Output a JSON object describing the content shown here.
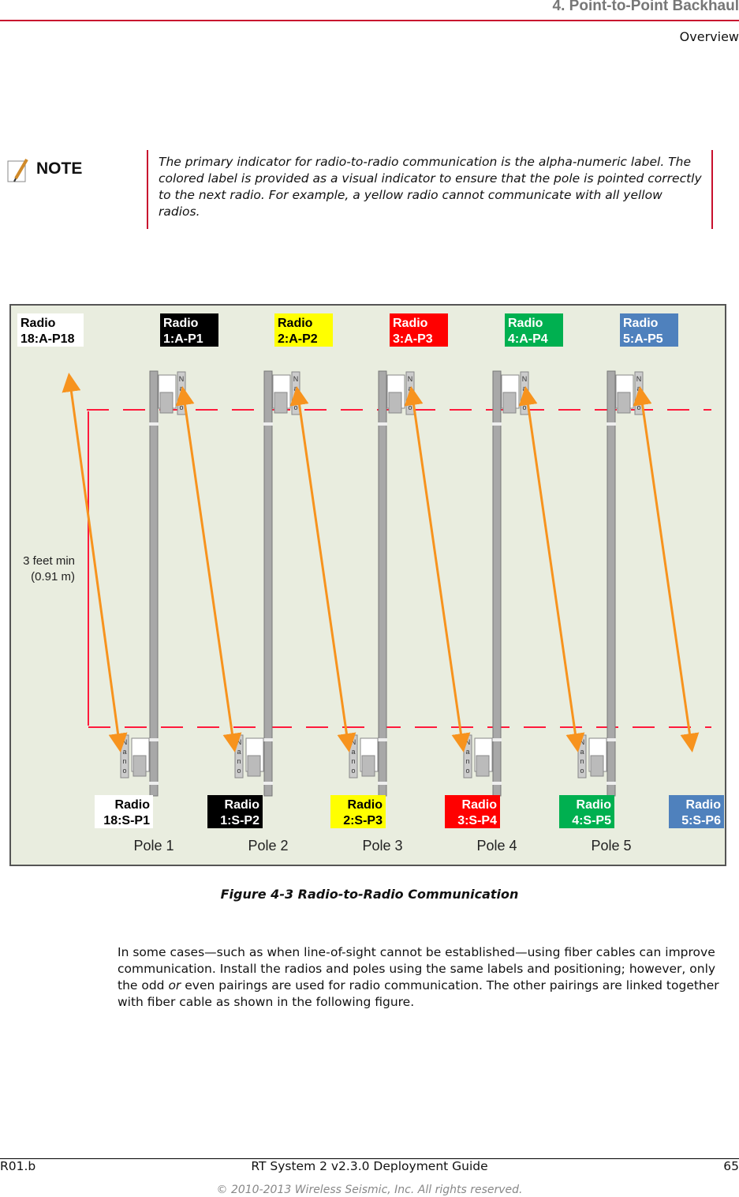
{
  "header": {
    "chapter": "4. Point-to-Point Backhaul",
    "section": "Overview"
  },
  "note": {
    "label": "NOTE",
    "icon": "note-pencil-icon",
    "text": "The primary indicator for radio-to-radio communication is the alpha-numeric label. The colored label is provided as a visual indicator to ensure that the pole is pointed correctly to the next radio. For example, a yellow radio cannot communicate with all yellow radios."
  },
  "figure": {
    "top_labels": [
      {
        "line1": "Radio",
        "line2": "18:A-P18",
        "bg": "#ffffff",
        "fg": "#000000"
      },
      {
        "line1": "Radio",
        "line2": "1:A-P1",
        "bg": "#000000",
        "fg": "#ffffff"
      },
      {
        "line1": "Radio",
        "line2": "2:A-P2",
        "bg": "#ffff00",
        "fg": "#000000"
      },
      {
        "line1": "Radio",
        "line2": "3:A-P3",
        "bg": "#ff0000",
        "fg": "#ffffff"
      },
      {
        "line1": "Radio",
        "line2": "4:A-P4",
        "bg": "#00b050",
        "fg": "#ffffff"
      },
      {
        "line1": "Radio",
        "line2": "5:A-P5",
        "bg": "#4f81bd",
        "fg": "#ffffff"
      }
    ],
    "bottom_labels": [
      {
        "line1": "Radio",
        "line2": "18:S-P1",
        "bg": "#ffffff",
        "fg": "#000000"
      },
      {
        "line1": "Radio",
        "line2": "1:S-P2",
        "bg": "#000000",
        "fg": "#ffffff"
      },
      {
        "line1": "Radio",
        "line2": "2:S-P3",
        "bg": "#ffff00",
        "fg": "#000000"
      },
      {
        "line1": "Radio",
        "line2": "3:S-P4",
        "bg": "#ff0000",
        "fg": "#ffffff"
      },
      {
        "line1": "Radio",
        "line2": "4:S-P5",
        "bg": "#00b050",
        "fg": "#ffffff"
      },
      {
        "line1": "Radio",
        "line2": "5:S-P6",
        "bg": "#4f81bd",
        "fg": "#ffffff"
      }
    ],
    "poles": [
      "Pole 1",
      "Pole 2",
      "Pole 3",
      "Pole 4",
      "Pole 5"
    ],
    "radio_text": "Nano",
    "spacing_label": {
      "line1": "3 feet min",
      "line2": "(0.91 m)"
    },
    "colors": {
      "background": "#e9eddf",
      "arrow": "#f7931e",
      "dashed": "#ff1a3c"
    },
    "caption": "Figure 4-3  Radio-to-Radio Communication"
  },
  "body": {
    "before": "In some cases—such as when line-of-sight cannot be established—using fiber cables can improve communication. Install the radios and poles using the same labels and positioning; however, only the odd ",
    "em": "or",
    "after": " even pairings are used for radio communication. The other pairings are linked together with fiber cable as shown in the following figure."
  },
  "footer": {
    "left": "R01.b",
    "center": "RT System 2 v2.3.0 Deployment Guide",
    "page": "65",
    "copyright": "© 2010-2013 Wireless Seismic, Inc. All rights reserved."
  }
}
